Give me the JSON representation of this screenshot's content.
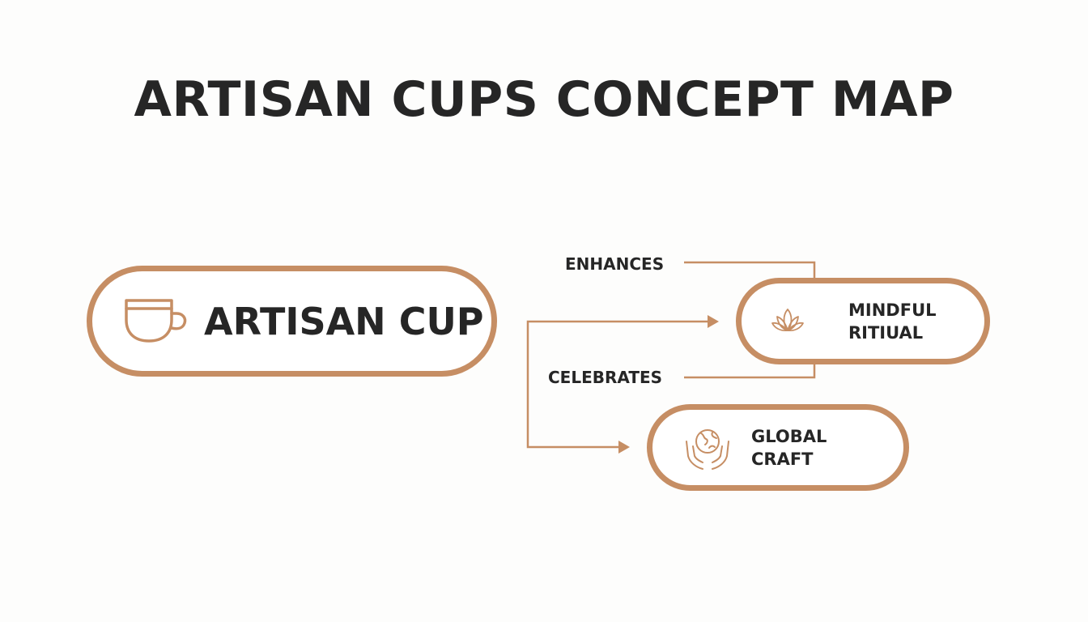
{
  "title": "ARTISAN CUPS CONCEPT MAP",
  "colors": {
    "accent": "#c68e64",
    "text": "#262626",
    "background": "#fdfdfc"
  },
  "nodes": {
    "main": {
      "label": "ARTISAN CUP",
      "icon": "cup-icon"
    },
    "mindful": {
      "label": "MINDFUL\nRITIUAL",
      "icon": "lotus-icon"
    },
    "global": {
      "label": "GLOBAL\nCRAFT",
      "icon": "hands-globe-icon"
    }
  },
  "edges": {
    "enhances": "ENHANCES",
    "celebrates": "CELEBRATES"
  }
}
